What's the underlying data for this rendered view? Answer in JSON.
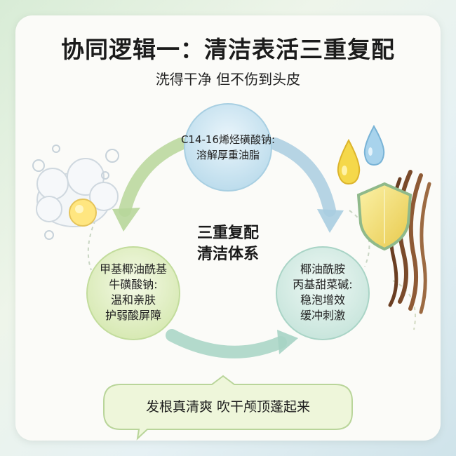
{
  "header": {
    "title": "协同逻辑一：清洁表活三重复配",
    "subtitle": "洗得干净 但不伤到头皮"
  },
  "center": {
    "line1": "三重复配",
    "line2": "清洁体系"
  },
  "nodes": {
    "top": {
      "line1": "C14-16烯烃磺酸钠:",
      "line2": "溶解厚重油脂"
    },
    "left": {
      "line1": "甲基椰油酰基",
      "line2": "牛磺酸钠:",
      "line3": "温和亲肤",
      "line4": "护弱酸屏障"
    },
    "right": {
      "line1": "椰油酰胺",
      "line2": "丙基甜菜碱:",
      "line3": "稳泡增效",
      "line4": "缓冲刺激"
    }
  },
  "footer": {
    "bubble_text": "发根真清爽 吹干颅顶蓬起来"
  },
  "colors": {
    "top_node": "#bcdcec",
    "left_node": "#dcebb8",
    "right_node": "#cfe8e0",
    "arrow_green": "#b7d69a",
    "arrow_blue": "#a9cde0",
    "arrow_teal": "#a6d3c4",
    "bubble_fill": "#eef6da",
    "bubble_stroke": "#b9d59a"
  },
  "icons": {
    "foam": "foam-bubbles-icon",
    "oil_drop": "oil-drop-icon",
    "water_drop": "water-drop-icon",
    "shield": "shield-icon",
    "hair": "hair-strands-icon"
  }
}
